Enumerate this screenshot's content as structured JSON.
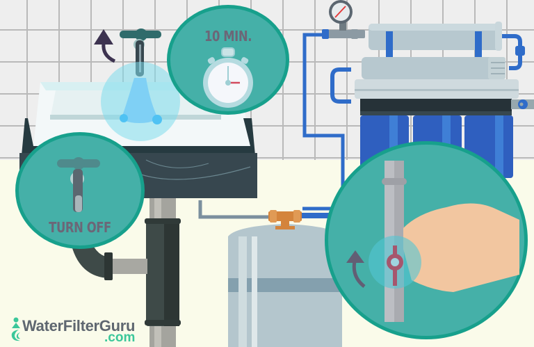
{
  "scene": {
    "title": "Turn off water supply and drain RO tank illustration",
    "colors": {
      "badge_fill": "#45b0a8",
      "badge_border": "#17a08c",
      "label_text": "#6c6677",
      "pipe_blue": "#2f6cc9",
      "wall_tile": "#eeeeee",
      "floor": "#fafbea",
      "brand_gray": "#5f6770",
      "brand_green": "#3bc79a"
    }
  },
  "steps": [
    {
      "id": "turn-off",
      "label": "TURN OFF",
      "icon": "faucet-icon"
    },
    {
      "id": "wait",
      "label": "10 MIN.",
      "icon": "stopwatch-icon"
    },
    {
      "id": "open-valve",
      "label": "",
      "icon": "hand-turning-valve-icon"
    }
  ],
  "brand": {
    "name": "WaterFilterGuru",
    "suffix": ".com",
    "icon": "water-drop-logo-icon"
  }
}
